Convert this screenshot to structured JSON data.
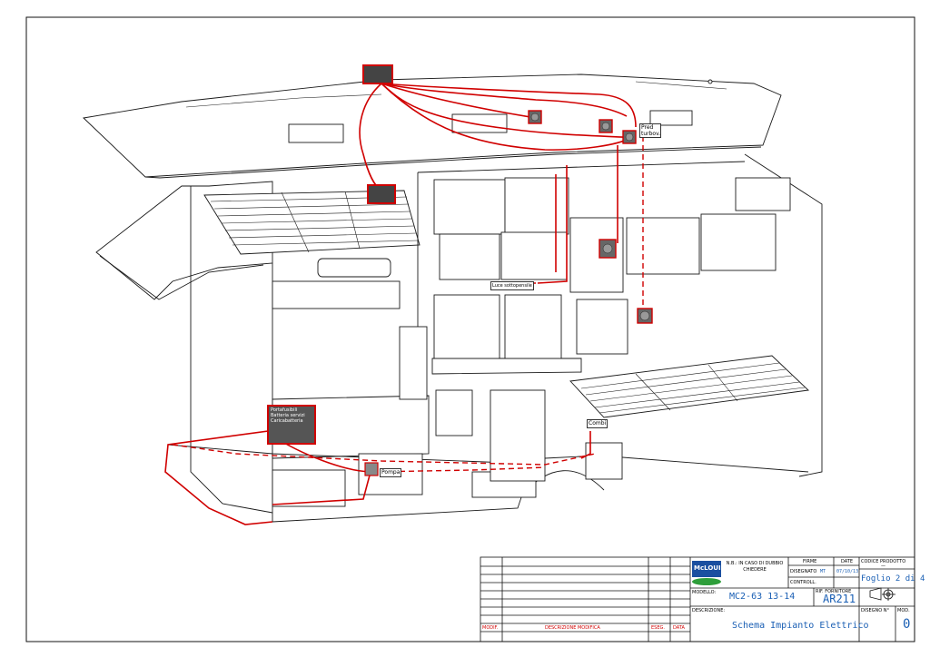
{
  "callouts": {
    "pred_turbov": "Pred turbov.",
    "luce_sottopensile": "Luce sottopensile",
    "combi": "Combi",
    "pompa": "Pompa",
    "ricarica_batterie": "Portafusibili Batteria servizi Caricabatteria"
  },
  "title_block": {
    "company_logo": "McLOUIS",
    "note": "N.B.: IN CASO DI DUBBIO CHIEDERE",
    "firme_label": "FIRME",
    "date_label": "DATE",
    "disegnato_label": "DISEGNATO",
    "disegnato_value": "MT",
    "date_value": "07/10/13",
    "controll_label": "CONTROLL.",
    "codice_prodotto_label": "CODICE PRODOTTO",
    "codice_prodotto_value": "—",
    "foglio_value": "Foglio 2 di 4",
    "modello_label": "MODELLO:",
    "modello_value": "MC2-63 13-14",
    "rif_fornitore_label": "RIF. FORNITORE",
    "rif_fornitore_value": "AR211",
    "descrizione_label": "DESCRIZIONE:",
    "descrizione_value": "Schema Impianto Elettrico",
    "disegno_label": "DISEGNO N°",
    "mod_label": "MOD.",
    "mod_value": "0",
    "rev_modif_label": "MODIF.",
    "rev_desc_label": "DESCRIZIONE MODIFICA",
    "rev_eseg_label": "ESEG.",
    "rev_data_label": "DATA"
  },
  "colors": {
    "wiring": "#d00000",
    "linework": "#1a1a1a",
    "logo_blue": "#1a4fa0",
    "logo_green": "#2e9e3a",
    "handwritten_blue": "#1a5fb4"
  }
}
